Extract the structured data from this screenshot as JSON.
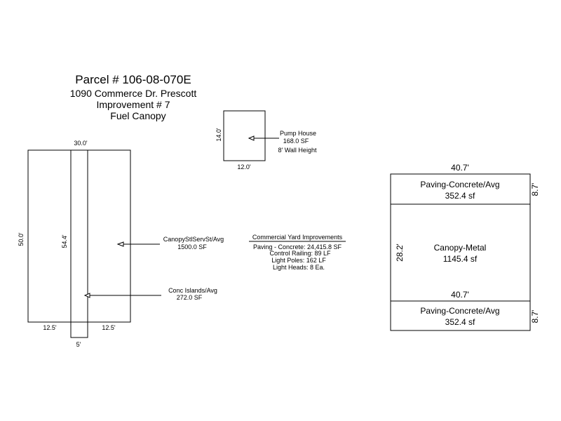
{
  "header": {
    "parcel": "Parcel # 106-08-070E",
    "address": "1090 Commerce Dr. Prescott",
    "improvement": "Improvement # 7",
    "description": "Fuel Canopy"
  },
  "canopy_sketch": {
    "top_width": "30.0'",
    "left_height": "50.0'",
    "strip_length": "54.4'",
    "bottom_left": "12.5'",
    "bottom_right": "12.5'",
    "strip_width": "5'",
    "canopy_label": "CanopyStlServSt/Avg",
    "canopy_area": "1500.0 SF",
    "islands_label": "Conc Islands/Avg",
    "islands_area": "272.0 SF"
  },
  "pump_house": {
    "height": "14.0'",
    "width": "12.0'",
    "label": "Pump House",
    "area": "168.0 SF",
    "wall": "8' Wall Height"
  },
  "yard": {
    "title": "Commercial Yard Improvements",
    "lines": [
      "Paving - Concrete: 24,415.8 SF",
      "Control Railing: 89 LF",
      "Light Poles: 162 LF",
      "Light Heads: 8 Ea."
    ]
  },
  "right_sketch": {
    "top_width": "40.7'",
    "top_label": "Paving-Concrete/Avg",
    "top_area": "352.4 sf",
    "top_height": "8.7'",
    "mid_label": "Canopy-Metal",
    "mid_area": "1145.4 sf",
    "mid_height": "28.2'",
    "bottom_width": "40.7'",
    "bottom_label": "Paving-Concrete/Avg",
    "bottom_area": "352.4 sf",
    "bottom_height": "8.7'"
  },
  "colors": {
    "ink": "#000000",
    "background": "#ffffff"
  }
}
